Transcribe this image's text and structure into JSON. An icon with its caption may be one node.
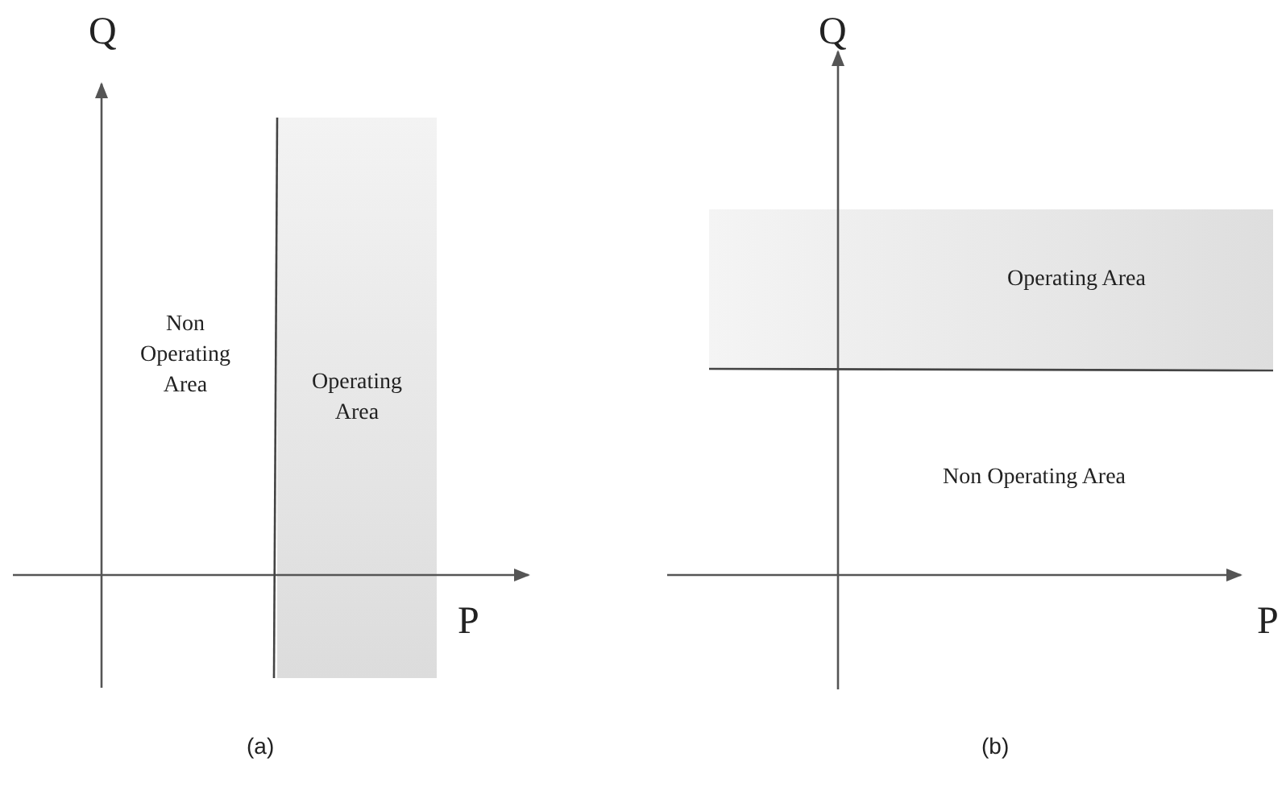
{
  "diagram": {
    "nodes": [
      {
        "text": [
          "Operating Area"
        ]
      },
      {
        "text": [
          "Operating Area"
        ]
      }
    ],
    "labels": [
      "Q",
      "Non Operating Area",
      "P",
      "(a)",
      "Q",
      "Non Operating Area",
      "P",
      "(b)"
    ]
  }
}
